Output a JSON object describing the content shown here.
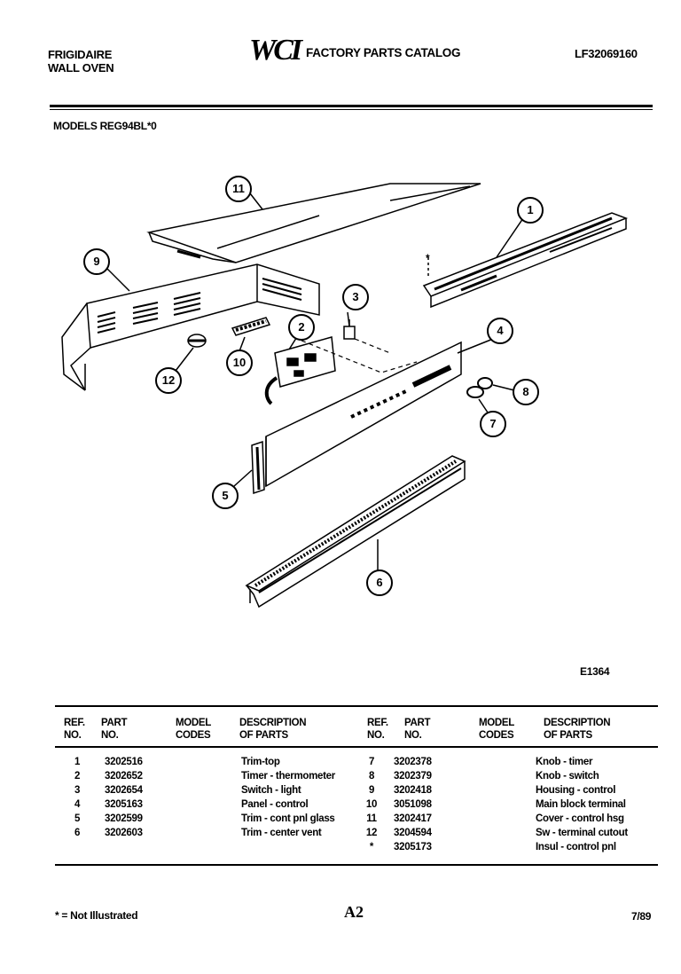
{
  "header": {
    "brand_line1": "FRIGIDAIRE",
    "brand_line2": "WALL OVEN",
    "logo": "WCI",
    "catalog_title": "FACTORY PARTS CATALOG",
    "doc_number": "LF32069160",
    "models": "MODELS REG94BL*0"
  },
  "diagram": {
    "figure_code": "E1364",
    "callouts": [
      "1",
      "2",
      "3",
      "4",
      "5",
      "6",
      "7",
      "8",
      "9",
      "10",
      "11",
      "12"
    ],
    "not_illustrated_marker": "*"
  },
  "table": {
    "headers": {
      "ref_1": "REF.",
      "ref_2": "NO.",
      "part_1": "PART",
      "part_2": "NO.",
      "model_1": "MODEL",
      "model_2": "CODES",
      "desc_1": "DESCRIPTION",
      "desc_2": "OF PARTS"
    },
    "left_rows": [
      {
        "ref": "1",
        "part": "3202516",
        "desc": "Trim-top"
      },
      {
        "ref": "2",
        "part": "3202652",
        "desc": "Timer - thermometer"
      },
      {
        "ref": "3",
        "part": "3202654",
        "desc": "Switch - light"
      },
      {
        "ref": "4",
        "part": "3205163",
        "desc": "Panel - control"
      },
      {
        "ref": "5",
        "part": "3202599",
        "desc": "Trim - cont pnl glass"
      },
      {
        "ref": "6",
        "part": "3202603",
        "desc": "Trim - center vent"
      }
    ],
    "right_rows": [
      {
        "ref": "7",
        "part": "3202378",
        "desc": "Knob - timer"
      },
      {
        "ref": "8",
        "part": "3202379",
        "desc": "Knob - switch"
      },
      {
        "ref": "9",
        "part": "3202418",
        "desc": "Housing - control"
      },
      {
        "ref": "10",
        "part": "3051098",
        "desc": "Main block terminal"
      },
      {
        "ref": "11",
        "part": "3202417",
        "desc": "Cover - control hsg"
      },
      {
        "ref": "12",
        "part": "3204594",
        "desc": "Sw - terminal cutout"
      },
      {
        "ref": "*",
        "part": "3205173",
        "desc": "Insul - control pnl"
      }
    ]
  },
  "footer": {
    "note": "* = Not Illustrated",
    "page": "A2",
    "date": "7/89"
  }
}
